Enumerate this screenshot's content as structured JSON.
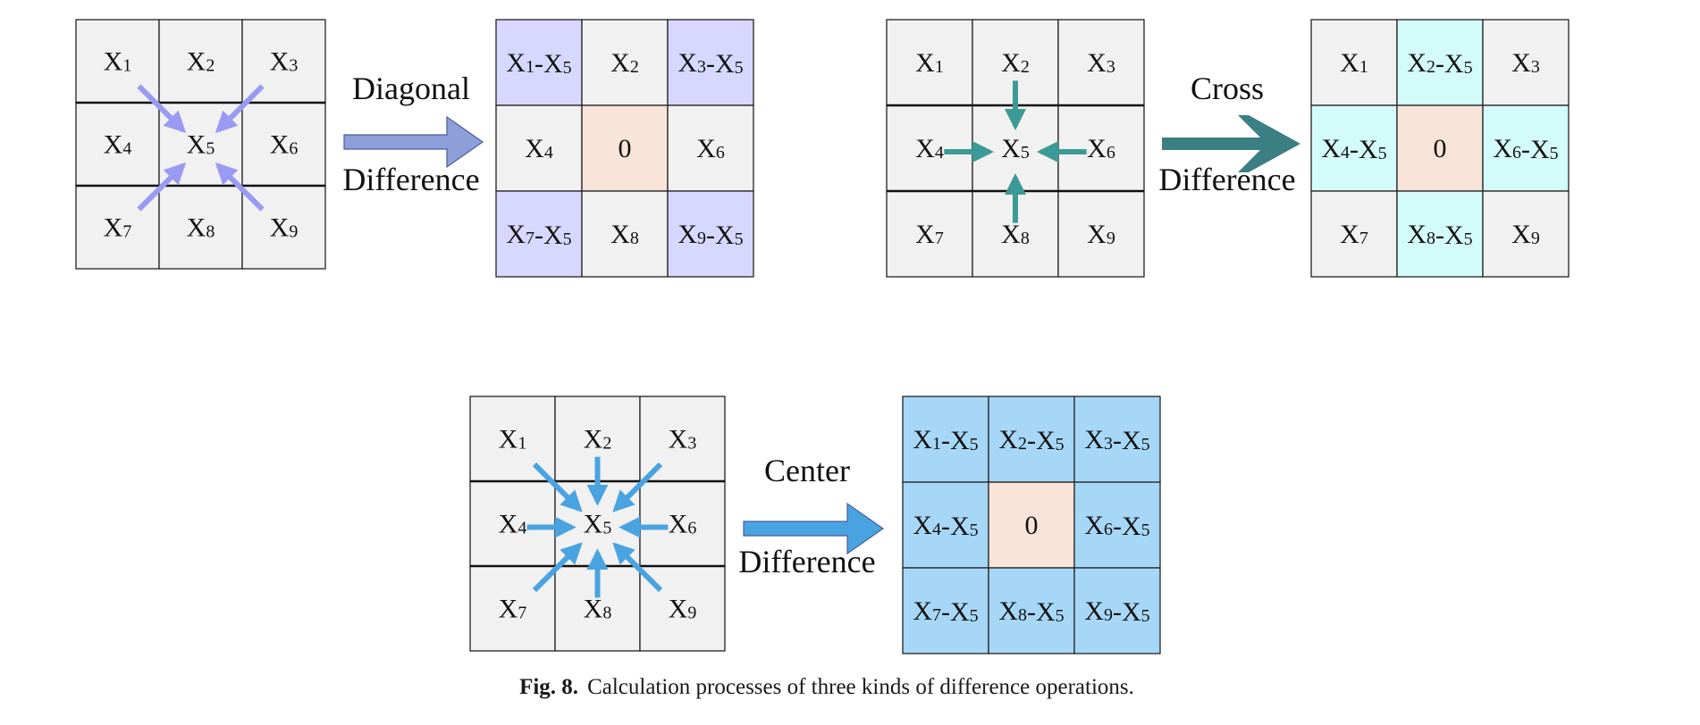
{
  "colors": {
    "cell_default": "#f1f1f1",
    "center_zero": "#f8e4d8",
    "diagonal_fill": "#d8d7ff",
    "diagonal_arrow": "#9a9af2",
    "diagonal_big_arrow": "#8d9fd8",
    "cross_fill": "#d3fbfa",
    "cross_arrow": "#3c9a96",
    "cross_big_arrow": "#3b7f83",
    "center_fill": "#a6d7f7",
    "center_arrow": "#4aa3e1",
    "center_big_arrow": "#4aa3e1"
  },
  "panels": [
    {
      "name": "diagonal",
      "arrow_label_top": "Diagonal",
      "arrow_label_bottom": "Difference",
      "input_cells": [
        [
          "X",
          "1"
        ],
        [
          "X",
          "2"
        ],
        [
          "X",
          "3"
        ],
        [
          "X",
          "4"
        ],
        [
          "X",
          "5"
        ],
        [
          "X",
          "6"
        ],
        [
          "X",
          "7"
        ],
        [
          "X",
          "8"
        ],
        [
          "X",
          "9"
        ]
      ],
      "output_cells": [
        {
          "t": [
            [
              "X",
              "1"
            ],
            "-",
            [
              "X",
              "5"
            ]
          ],
          "hl": true
        },
        {
          "t": [
            [
              "X",
              "2"
            ]
          ],
          "hl": false
        },
        {
          "t": [
            [
              "X",
              "3"
            ],
            "-",
            [
              "X",
              "5"
            ]
          ],
          "hl": true
        },
        {
          "t": [
            [
              "X",
              "4"
            ]
          ],
          "hl": false
        },
        {
          "t": [
            "0"
          ],
          "zero": true
        },
        {
          "t": [
            [
              "X",
              "6"
            ]
          ],
          "hl": false
        },
        {
          "t": [
            [
              "X",
              "7"
            ],
            "-",
            [
              "X",
              "5"
            ]
          ],
          "hl": true
        },
        {
          "t": [
            [
              "X",
              "8"
            ]
          ],
          "hl": false
        },
        {
          "t": [
            [
              "X",
              "9"
            ],
            "-",
            [
              "X",
              "5"
            ]
          ],
          "hl": true
        }
      ],
      "pointers": [
        0,
        2,
        6,
        8
      ]
    },
    {
      "name": "cross",
      "arrow_label_top": "Cross",
      "arrow_label_bottom": "Difference",
      "input_cells": [
        [
          "X",
          "1"
        ],
        [
          "X",
          "2"
        ],
        [
          "X",
          "3"
        ],
        [
          "X",
          "4"
        ],
        [
          "X",
          "5"
        ],
        [
          "X",
          "6"
        ],
        [
          "X",
          "7"
        ],
        [
          "X",
          "8"
        ],
        [
          "X",
          "9"
        ]
      ],
      "output_cells": [
        {
          "t": [
            [
              "X",
              "1"
            ]
          ],
          "hl": false
        },
        {
          "t": [
            [
              "X",
              "2"
            ],
            "-",
            [
              "X",
              "5"
            ]
          ],
          "hl": true
        },
        {
          "t": [
            [
              "X",
              "3"
            ]
          ],
          "hl": false
        },
        {
          "t": [
            [
              "X",
              "4"
            ],
            "-",
            [
              "X",
              "5"
            ]
          ],
          "hl": true
        },
        {
          "t": [
            "0"
          ],
          "zero": true
        },
        {
          "t": [
            [
              "X",
              "6"
            ],
            "-",
            [
              "X",
              "5"
            ]
          ],
          "hl": true
        },
        {
          "t": [
            [
              "X",
              "7"
            ]
          ],
          "hl": false
        },
        {
          "t": [
            [
              "X",
              "8"
            ],
            "-",
            [
              "X",
              "5"
            ]
          ],
          "hl": true
        },
        {
          "t": [
            [
              "X",
              "9"
            ]
          ],
          "hl": false
        }
      ],
      "pointers": [
        1,
        3,
        5,
        7
      ]
    },
    {
      "name": "center",
      "arrow_label_top": "Center",
      "arrow_label_bottom": "Difference",
      "input_cells": [
        [
          "X",
          "1"
        ],
        [
          "X",
          "2"
        ],
        [
          "X",
          "3"
        ],
        [
          "X",
          "4"
        ],
        [
          "X",
          "5"
        ],
        [
          "X",
          "6"
        ],
        [
          "X",
          "7"
        ],
        [
          "X",
          "8"
        ],
        [
          "X",
          "9"
        ]
      ],
      "output_cells": [
        {
          "t": [
            [
              "X",
              "1"
            ],
            "-",
            [
              "X",
              "5"
            ]
          ],
          "hl": true
        },
        {
          "t": [
            [
              "X",
              "2"
            ],
            "-",
            [
              "X",
              "5"
            ]
          ],
          "hl": true
        },
        {
          "t": [
            [
              "X",
              "3"
            ],
            "-",
            [
              "X",
              "5"
            ]
          ],
          "hl": true
        },
        {
          "t": [
            [
              "X",
              "4"
            ],
            "-",
            [
              "X",
              "5"
            ]
          ],
          "hl": true
        },
        {
          "t": [
            "0"
          ],
          "zero": true
        },
        {
          "t": [
            [
              "X",
              "6"
            ],
            "-",
            [
              "X",
              "5"
            ]
          ],
          "hl": true
        },
        {
          "t": [
            [
              "X",
              "7"
            ],
            "-",
            [
              "X",
              "5"
            ]
          ],
          "hl": true
        },
        {
          "t": [
            [
              "X",
              "8"
            ],
            "-",
            [
              "X",
              "5"
            ]
          ],
          "hl": true
        },
        {
          "t": [
            [
              "X",
              "9"
            ],
            "-",
            [
              "X",
              "5"
            ]
          ],
          "hl": true
        }
      ],
      "pointers": [
        0,
        1,
        2,
        3,
        5,
        6,
        7,
        8
      ]
    }
  ],
  "caption": {
    "label": "Fig. 8.",
    "text": "Calculation processes of three kinds of difference operations."
  }
}
